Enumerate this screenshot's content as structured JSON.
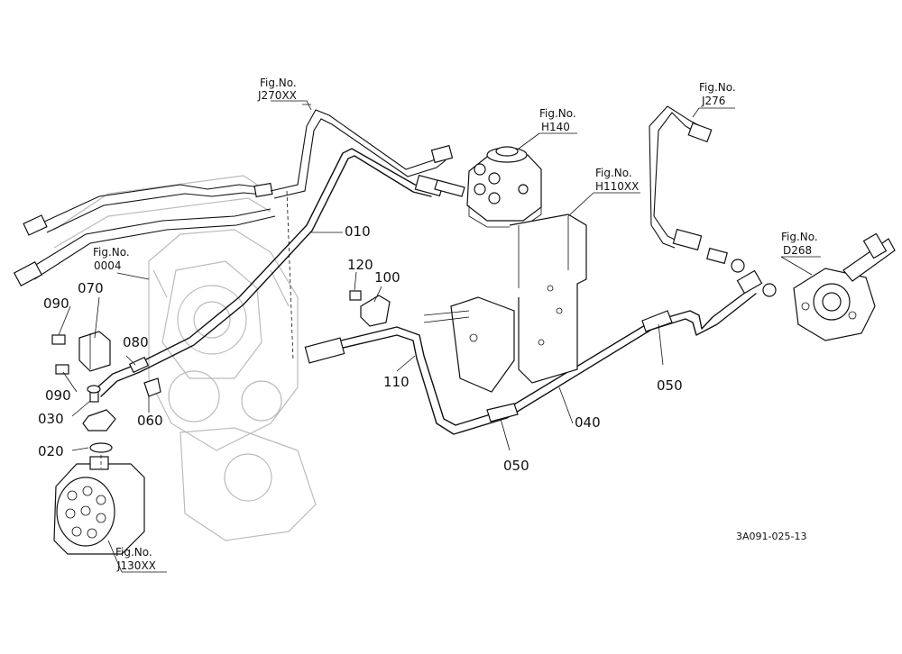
{
  "diagram": {
    "fig_refs": [
      {
        "id": "j270",
        "prefix": "Fig.No.",
        "code": "J270XX"
      },
      {
        "id": "h140",
        "prefix": "Fig.No.",
        "code": "H140"
      },
      {
        "id": "j276",
        "prefix": "Fig.No.",
        "code": "J276"
      },
      {
        "id": "h110",
        "prefix": "Fig.No.",
        "code": "H110XX"
      },
      {
        "id": "d268",
        "prefix": "Fig.No.",
        "code": "D268"
      },
      {
        "id": "f0004",
        "prefix": "Fig.No.",
        "code": "0004"
      },
      {
        "id": "j130",
        "prefix": "Fig.No.",
        "code": "J130XX"
      }
    ],
    "part_labels": {
      "p010": "010",
      "p020": "020",
      "p030": "030",
      "p040": "040",
      "p050a": "050",
      "p050b": "050",
      "p060": "060",
      "p070": "070",
      "p080": "080",
      "p090a": "090",
      "p090b": "090",
      "p100": "100",
      "p110": "110",
      "p120": "120"
    },
    "drawing_code": "3A091-025-13"
  }
}
